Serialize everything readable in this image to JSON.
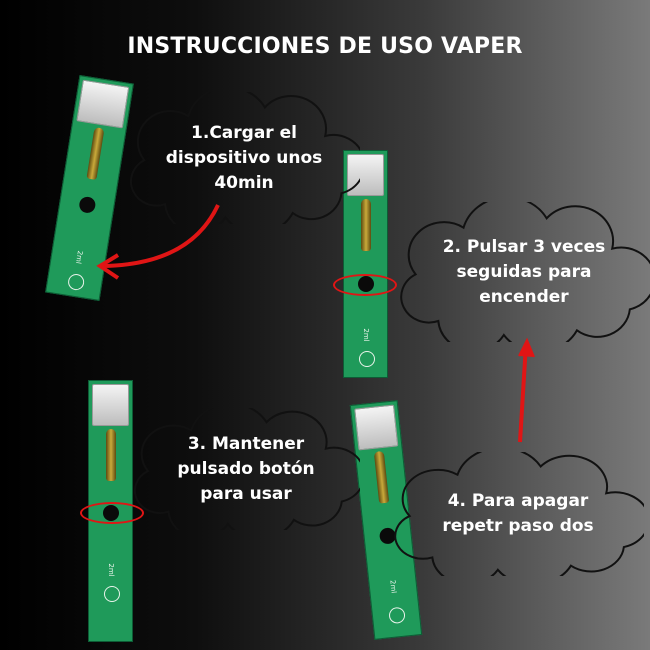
{
  "title": "INSTRUCCIONES DE USO VAPER",
  "device_label": "2ml",
  "steps": [
    {
      "line1": "1.Cargar el",
      "line2": "dispositivo unos",
      "line3": "40min"
    },
    {
      "line1": "2. Pulsar 3 veces",
      "line2": "seguidas para",
      "line3": "encender"
    },
    {
      "line1": "3. Mantener",
      "line2": "pulsado botón",
      "line3": "para usar"
    },
    {
      "line1": "4. Para apagar",
      "line2": "repetr paso dos"
    }
  ],
  "colors": {
    "arrow": "#e01515",
    "device": "#1f9a5a",
    "cloud_fill": "#ffffff"
  }
}
